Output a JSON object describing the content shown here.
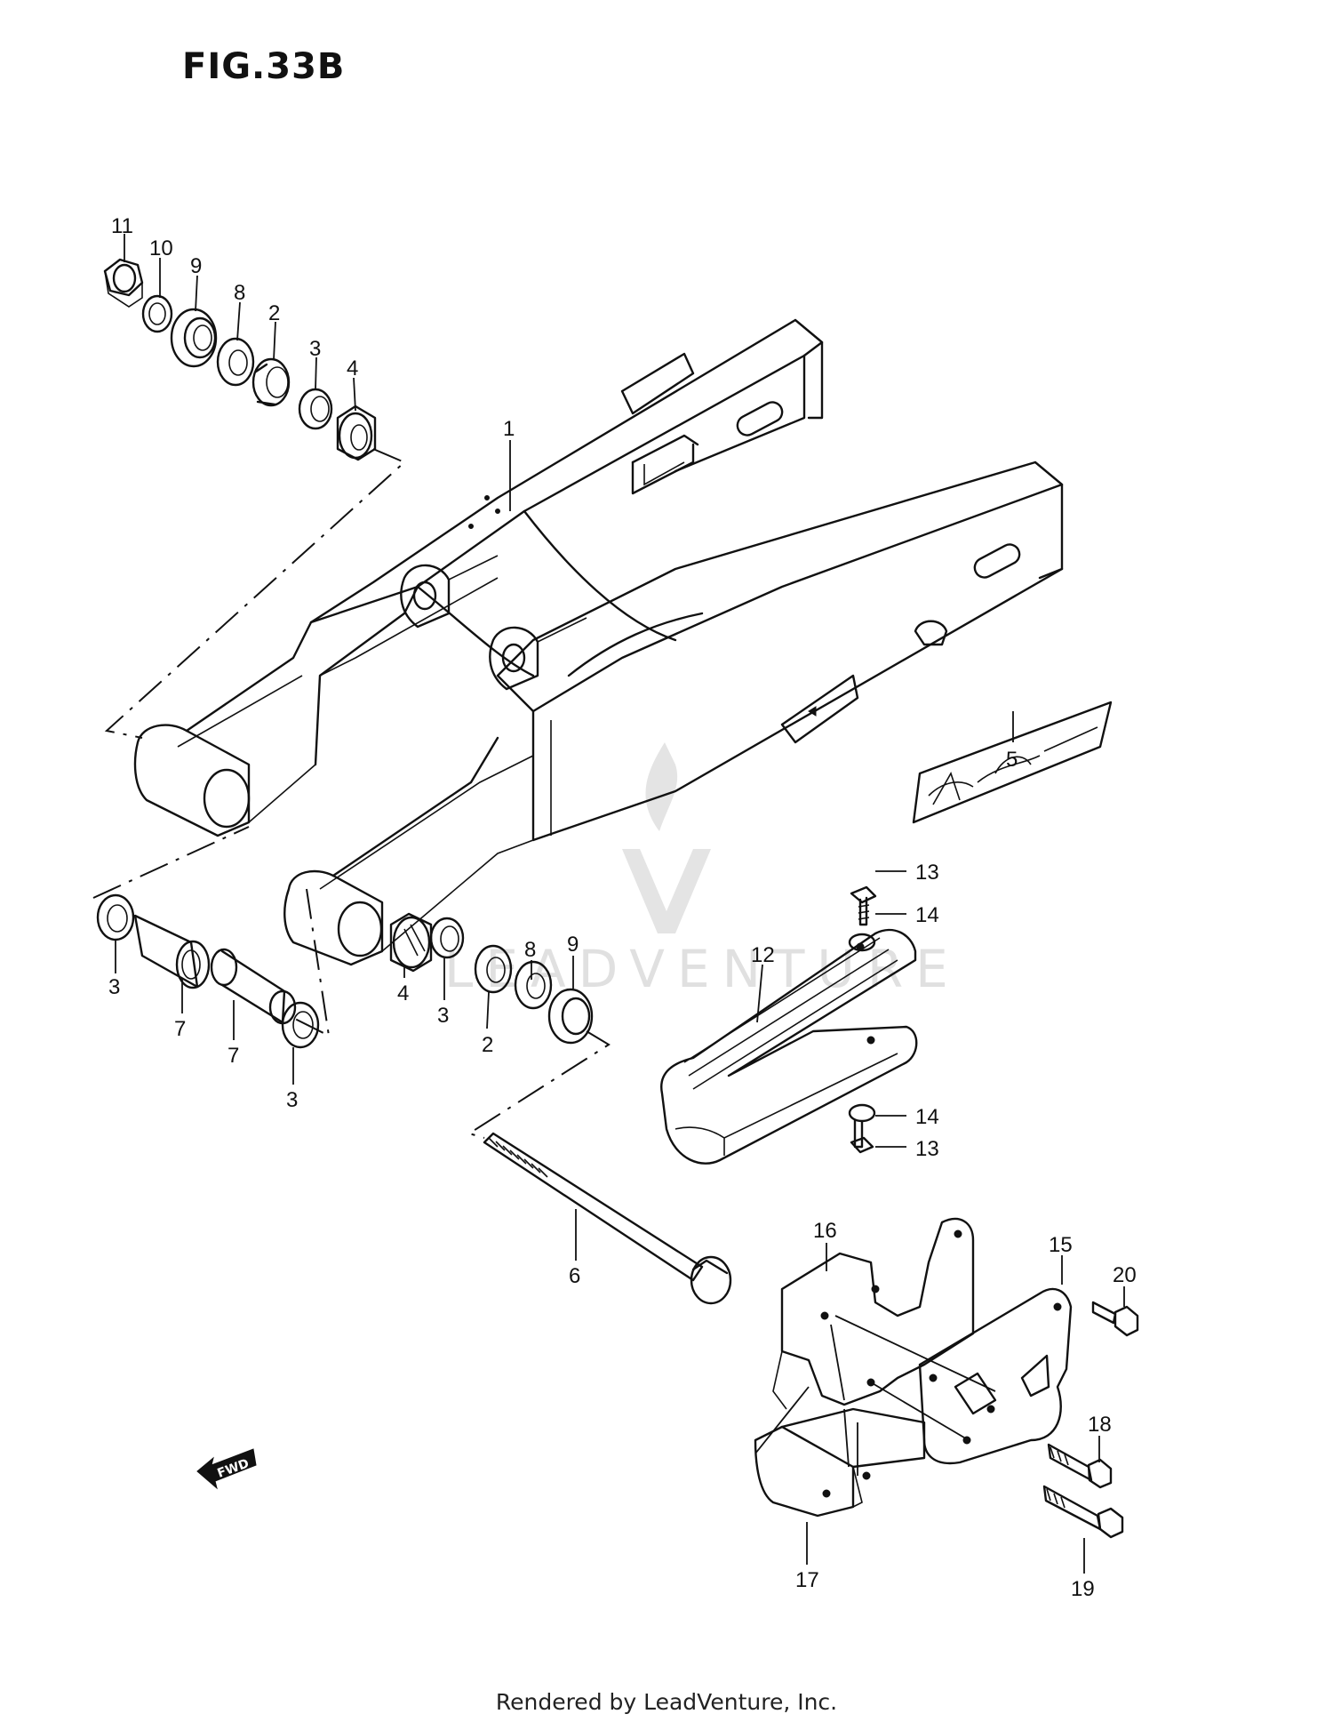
{
  "figure": {
    "title": "FIG.33B",
    "fwd_label": "FWD"
  },
  "callouts": [
    {
      "id": "c11a",
      "label": "11"
    },
    {
      "id": "c10a",
      "label": "10"
    },
    {
      "id": "c9a",
      "label": "9"
    },
    {
      "id": "c8a",
      "label": "8"
    },
    {
      "id": "c2a",
      "label": "2"
    },
    {
      "id": "c3a",
      "label": "3"
    },
    {
      "id": "c4a",
      "label": "4"
    },
    {
      "id": "c1",
      "label": "1"
    },
    {
      "id": "c5",
      "label": "5"
    },
    {
      "id": "c13a",
      "label": "13"
    },
    {
      "id": "c14a",
      "label": "14"
    },
    {
      "id": "c12",
      "label": "12"
    },
    {
      "id": "c3b",
      "label": "3"
    },
    {
      "id": "c7a",
      "label": "7"
    },
    {
      "id": "c7b",
      "label": "7"
    },
    {
      "id": "c3c",
      "label": "3"
    },
    {
      "id": "c4b",
      "label": "4"
    },
    {
      "id": "c3d",
      "label": "3"
    },
    {
      "id": "c2b",
      "label": "2"
    },
    {
      "id": "c8b",
      "label": "8"
    },
    {
      "id": "c9b",
      "label": "9"
    },
    {
      "id": "c14b",
      "label": "14"
    },
    {
      "id": "c13b",
      "label": "13"
    },
    {
      "id": "c6",
      "label": "6"
    },
    {
      "id": "c16",
      "label": "16"
    },
    {
      "id": "c15",
      "label": "15"
    },
    {
      "id": "c20",
      "label": "20"
    },
    {
      "id": "c18",
      "label": "18"
    },
    {
      "id": "c17",
      "label": "17"
    },
    {
      "id": "c19",
      "label": "19"
    }
  ],
  "watermark": {
    "text": "LEADVENTURE"
  },
  "footer": {
    "text": "Rendered by LeadVenture, Inc."
  }
}
